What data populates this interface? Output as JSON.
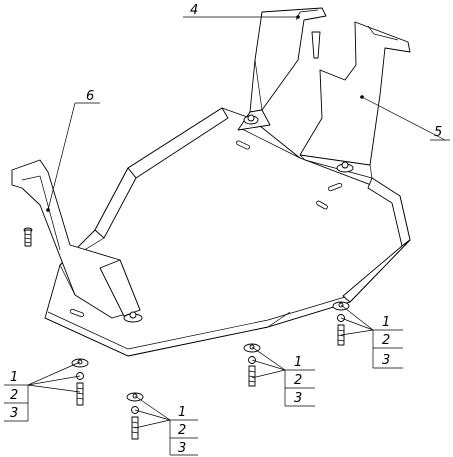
{
  "callouts": {
    "p4": "4",
    "p5": "5",
    "p6": "6"
  },
  "fastener_groups": [
    {
      "labels": [
        "1",
        "2",
        "3"
      ]
    },
    {
      "labels": [
        "1",
        "2",
        "3"
      ]
    },
    {
      "labels": [
        "1",
        "2",
        "3"
      ]
    },
    {
      "labels": [
        "1",
        "2",
        "3"
      ]
    }
  ]
}
